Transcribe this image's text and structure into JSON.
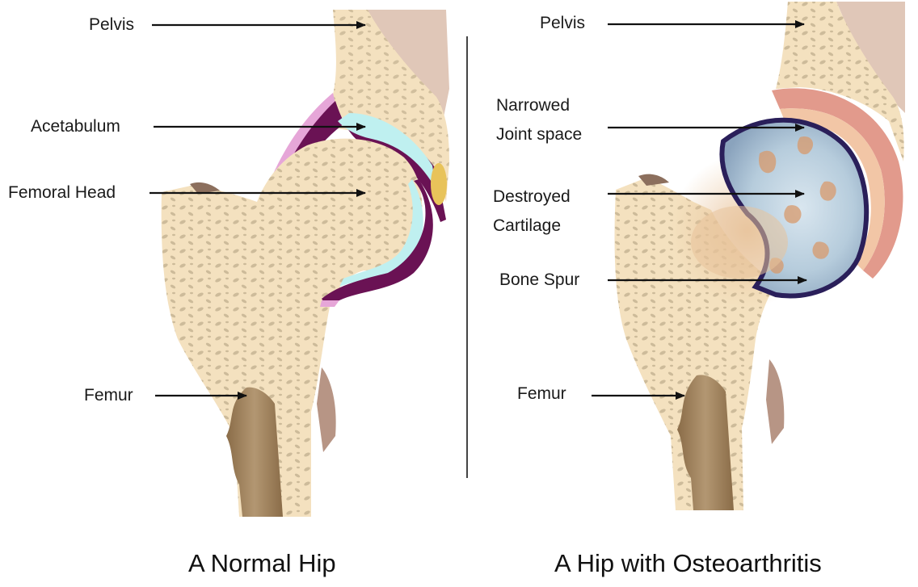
{
  "left_panel": {
    "caption": "A Normal Hip",
    "labels": {
      "pelvis": "Pelvis",
      "acetabulum": "Acetabulum",
      "femoral_head": "Femoral Head",
      "femur": "Femur"
    }
  },
  "right_panel": {
    "caption": "A Hip with Osteoarthritis",
    "labels": {
      "pelvis": "Pelvis",
      "narrowed_line1": "Narrowed",
      "narrowed_line2": "Joint space",
      "destroyed_line1": "Destroyed",
      "destroyed_line2": "Cartilage",
      "bone_spur": "Bone Spur",
      "femur": "Femur"
    }
  },
  "colors": {
    "bone": "#f4e1bf",
    "bone_pores": "#cdbb9a",
    "pelvis_tissue": "#e0c7b8",
    "cartilage": "#bff0f0",
    "capsule": "#6a1254",
    "synovium": "#e6a6d8",
    "marrow": "#9b7f5c",
    "inflamed": "#e29a8c",
    "damaged_head": "#b6ccdc"
  }
}
